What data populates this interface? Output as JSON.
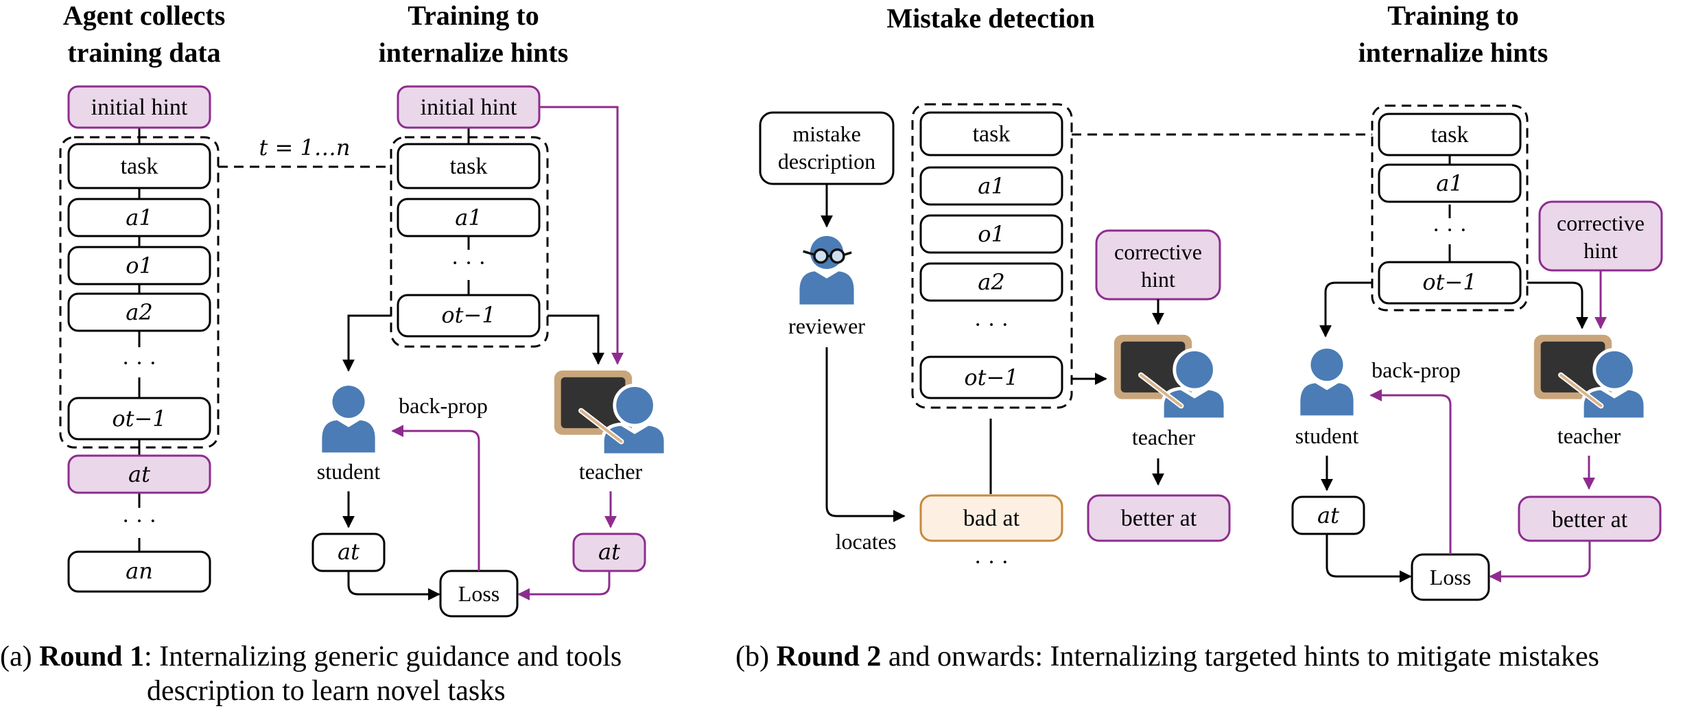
{
  "colors": {
    "purple": "#8e2c8e",
    "purple_fill": "#ead7ea",
    "orange": "#c8883e",
    "orange_fill": "#fdf0e2",
    "person_blue": "#4b7cb5",
    "board_dark": "#323232",
    "board_frame": "#c9a57b"
  },
  "round1": {
    "collect_title": [
      "Agent collects",
      "training data"
    ],
    "train_title": [
      "Training to",
      "internalize hints"
    ],
    "initial_hint": "initial hint",
    "task": "task",
    "a1": "a1",
    "o1": "o1",
    "a2": "a2",
    "ellipsis": "· · ·",
    "o_t_minus_1": "ot−1",
    "a_t": "at",
    "a_n": "an",
    "t_range": "t = 1…n",
    "student": "student",
    "teacher": "teacher",
    "back_prop": "back-prop",
    "loss": "Loss",
    "student_icon": "student-person-icon",
    "teacher_icon": "teacher-blackboard-icon"
  },
  "round2": {
    "detect_title": "Mistake detection",
    "train_title": [
      "Training to",
      "internalize hints"
    ],
    "mistake_description": [
      "mistake",
      "description"
    ],
    "reviewer": "reviewer",
    "reviewer_icon": "reviewer-glasses-person-icon",
    "locates": "locates",
    "task": "task",
    "a1": "a1",
    "o1": "o1",
    "a2": "a2",
    "ellipsis": "· · ·",
    "o_t_minus_1": "ot−1",
    "bad_at": "bad at",
    "corrective_hint": [
      "corrective",
      "hint"
    ],
    "teacher": "teacher",
    "student": "student",
    "better_at": "better at",
    "a_t": "at",
    "back_prop": "back-prop",
    "loss": "Loss"
  },
  "captions": {
    "a_label": "(a)",
    "a_bold": "Round 1",
    "a_rest": ": Internalizing generic guidance and tools",
    "a_line2": "description to learn novel tasks",
    "b_label": "(b)",
    "b_bold": "Round 2",
    "b_rest": " and onwards: Internalizing targeted hints to mitigate mistakes"
  }
}
